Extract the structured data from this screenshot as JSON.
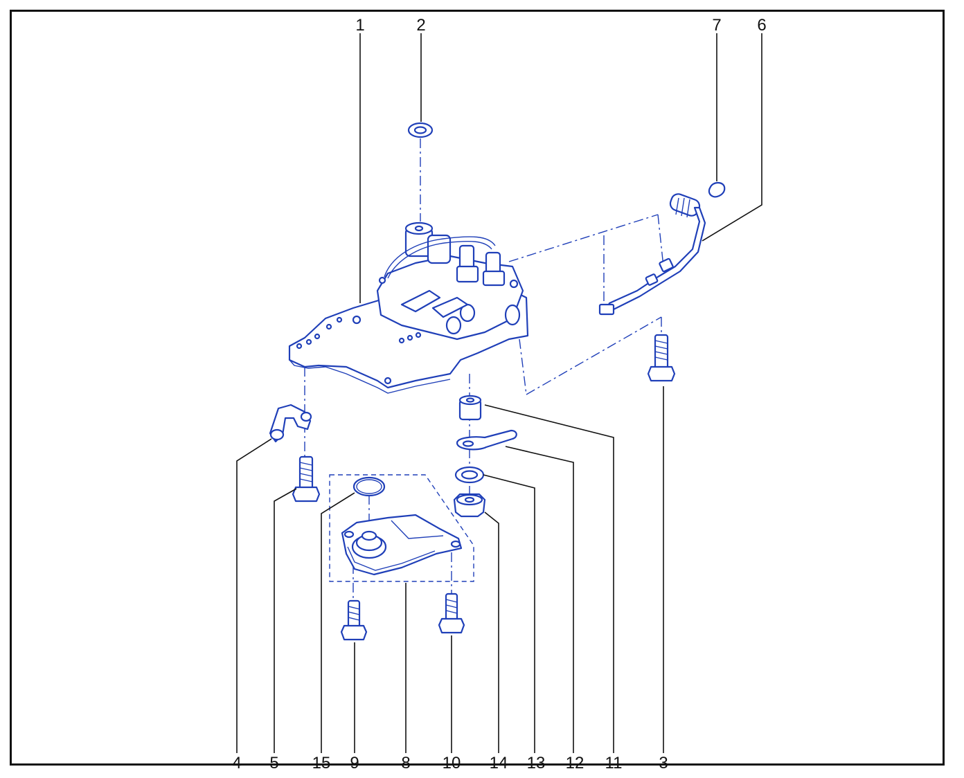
{
  "colors": {
    "ink": "#1f3fb8",
    "frame": "#111111",
    "background": "#ffffff"
  },
  "callouts": {
    "c1": "1",
    "c2": "2",
    "c3": "3",
    "c4": "4",
    "c5": "5",
    "c6": "6",
    "c7": "7",
    "c8": "8",
    "c9": "9",
    "c10": "10",
    "c11": "11",
    "c12": "12",
    "c13": "13",
    "c14": "14",
    "c15": "15"
  }
}
